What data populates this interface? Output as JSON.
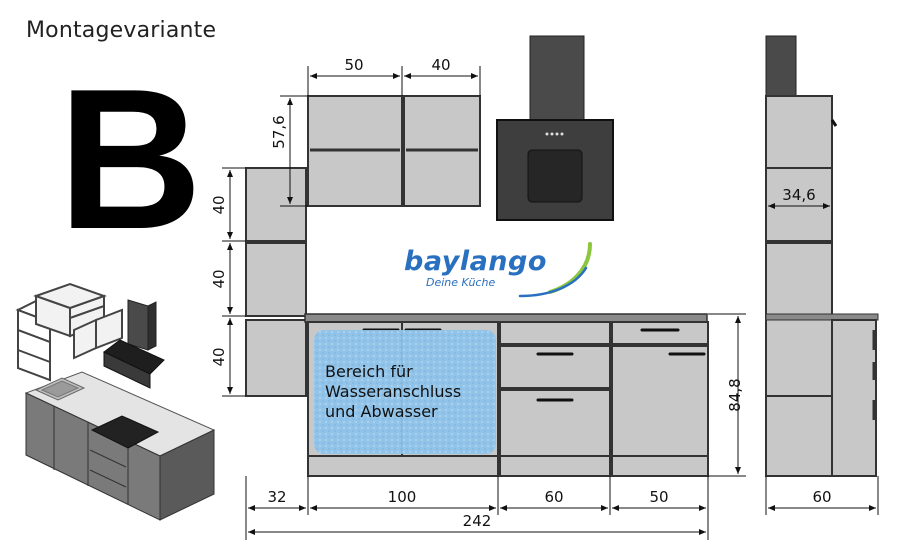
{
  "header": {
    "title": "Montagevariante",
    "variant_letter": "B"
  },
  "logo": {
    "brand": "baylango",
    "tagline": "Deine Küche"
  },
  "water_area": {
    "lines": [
      "Bereich für",
      "Wasseranschluss",
      "und Abwasser"
    ]
  },
  "dimensions": {
    "top_width_left": "50",
    "top_width_right": "40",
    "wall_height": "57,6",
    "shelf_1": "40",
    "shelf_2": "40",
    "shelf_3": "40",
    "base_height": "84,8",
    "side_depth_top": "34,6",
    "bottom_1": "32",
    "bottom_2": "100",
    "bottom_3": "60",
    "bottom_4": "50",
    "bottom_total": "242",
    "side_depth_bottom": "60"
  },
  "colors": {
    "cabinet_fill": "#c8c8c8",
    "cabinet_stroke": "#333333",
    "dark_fill": "#3a3a3a",
    "water_fill": "#8fc3ea",
    "logo_blue": "#2a70c0",
    "logo_green": "#8cc63f"
  }
}
